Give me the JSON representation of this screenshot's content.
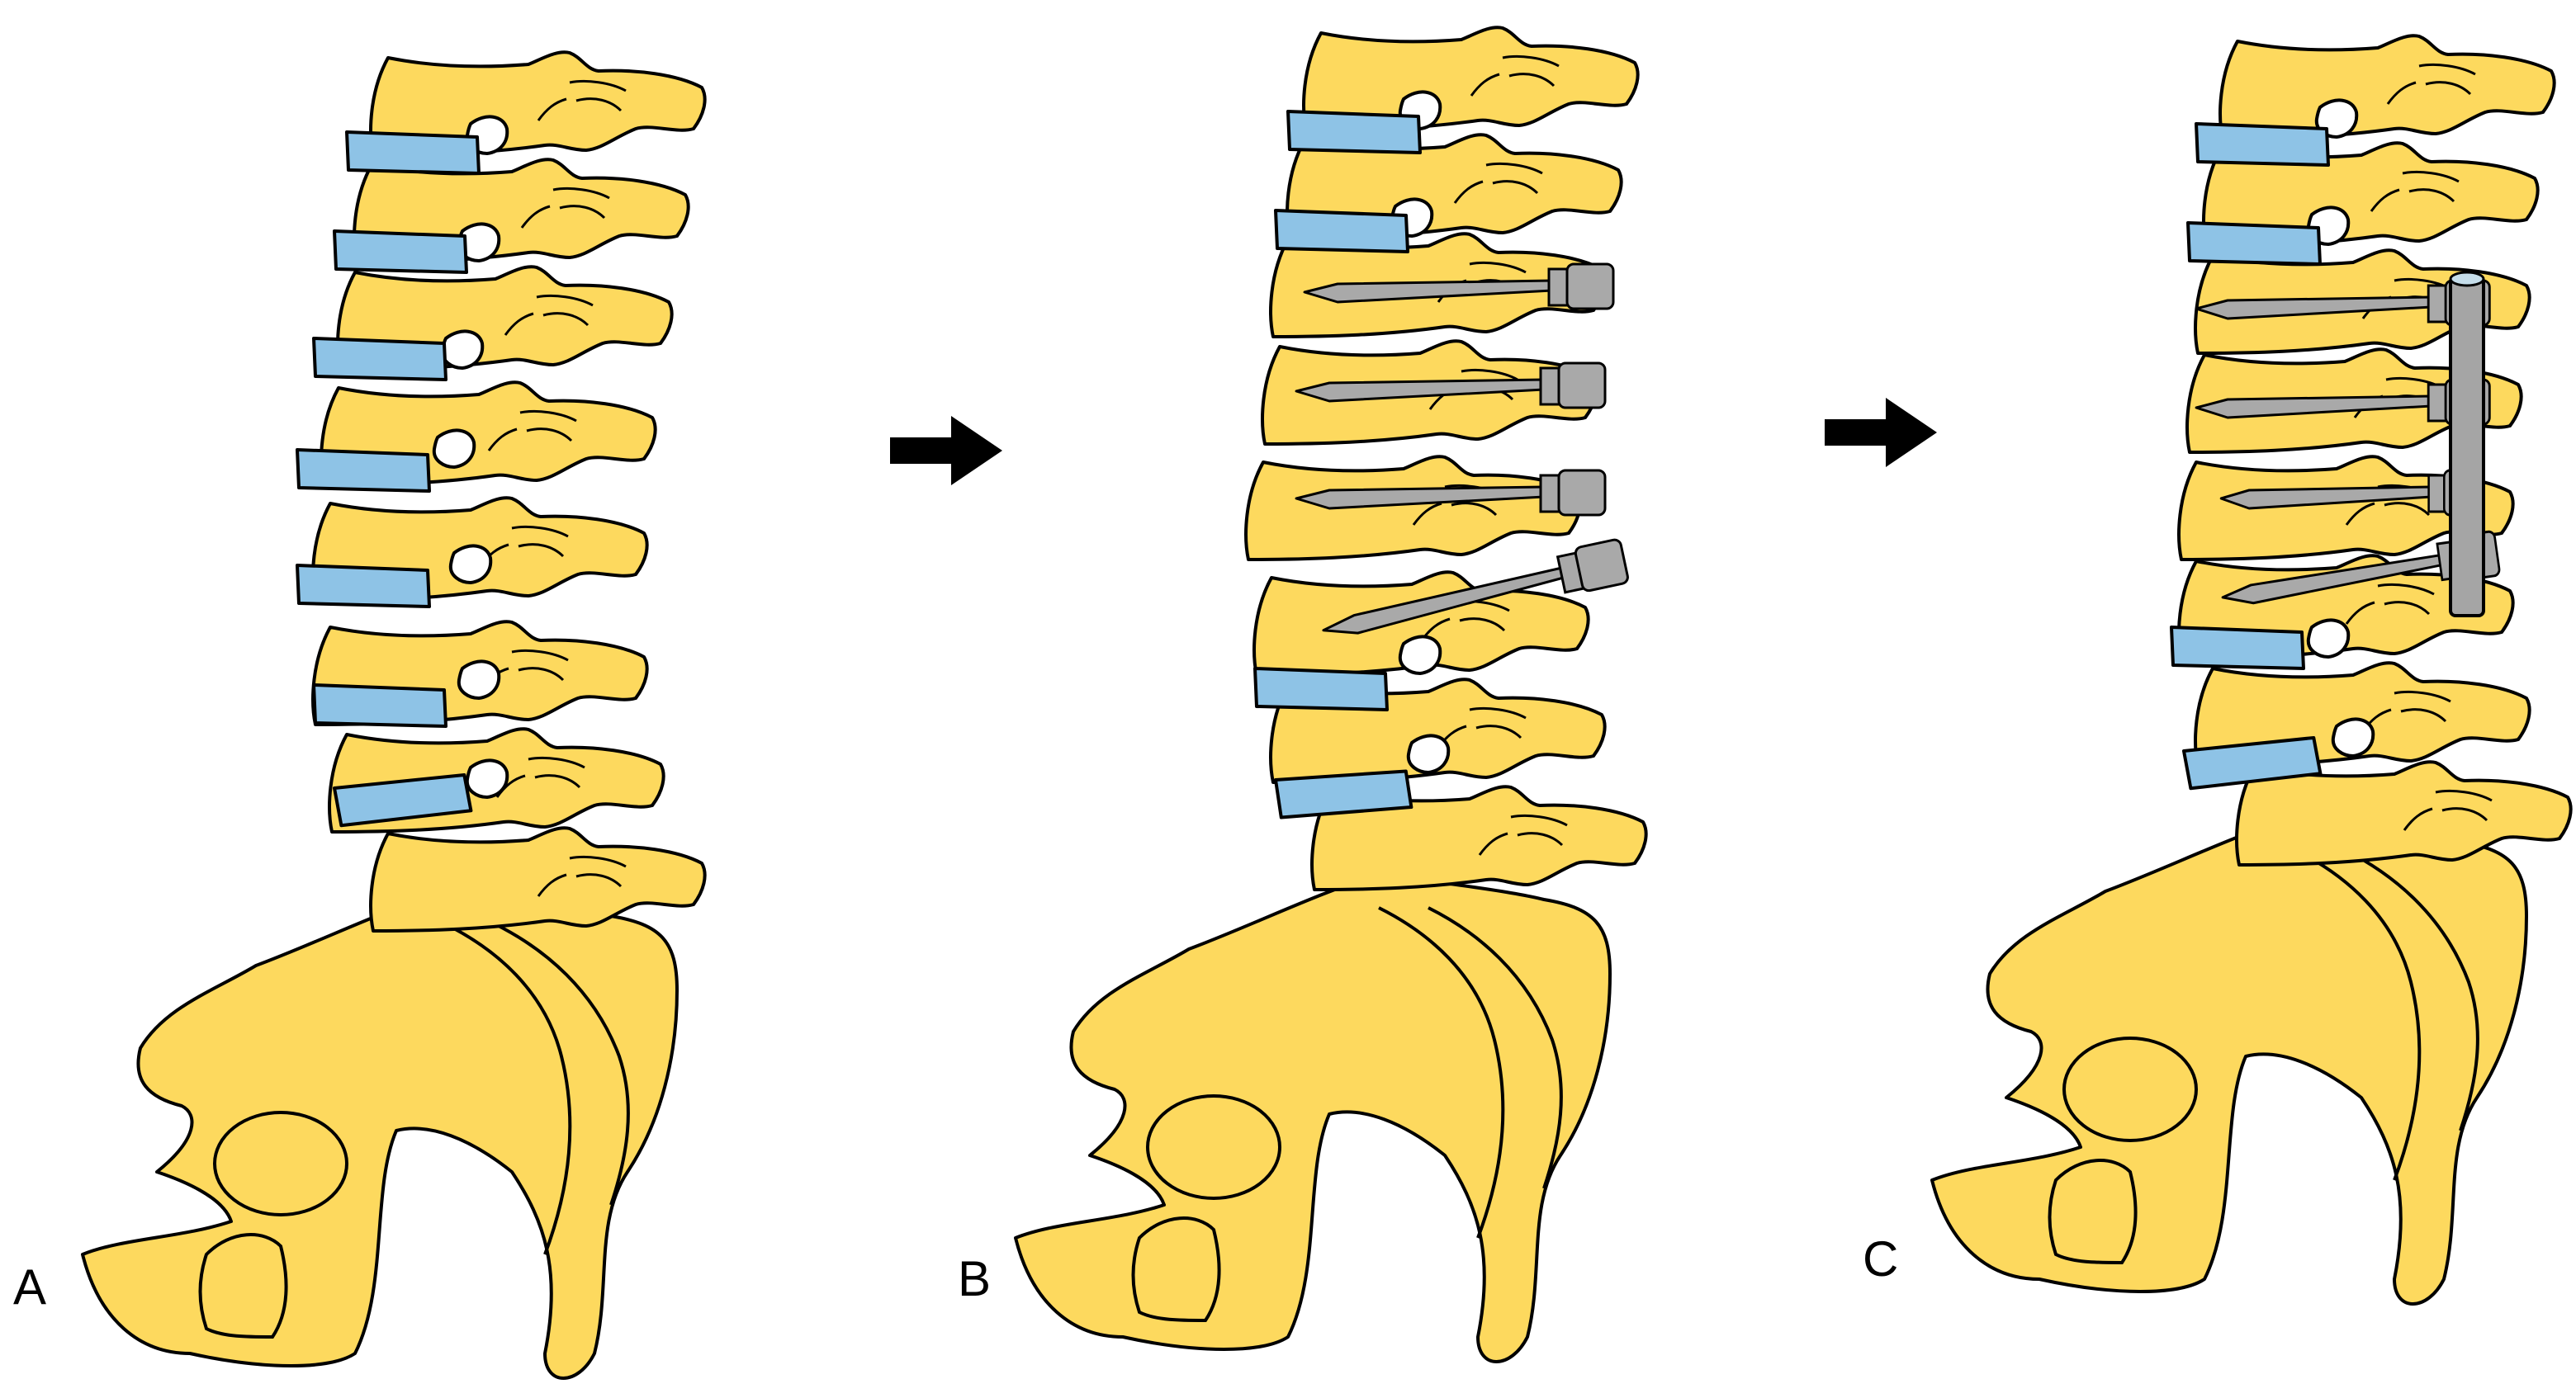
{
  "panels": [
    {
      "id": "A",
      "label": "A",
      "bone_color": "#FDD95E",
      "disc_color": "#8EC3E6",
      "discs": 7,
      "fused_levels": 0,
      "screws": 0,
      "rod": false
    },
    {
      "id": "B",
      "label": "B",
      "bone_color": "#FDD95E",
      "disc_color": "#8EC3E6",
      "discs": 4,
      "fused_levels": 3,
      "screws": 4,
      "rod": false
    },
    {
      "id": "C",
      "label": "C",
      "bone_color": "#FDD95E",
      "disc_color": "#8EC3E6",
      "discs": 4,
      "fused_levels": 3,
      "screws": 4,
      "rod": true
    }
  ],
  "arrows": [
    {
      "from": "A",
      "to": "B",
      "icon": "right-arrow"
    },
    {
      "from": "B",
      "to": "C",
      "icon": "right-arrow"
    }
  ],
  "colors": {
    "bone": "#FDD95E",
    "disc": "#8EC3E6",
    "hardware": "#A9A9A9",
    "rod": "#A5A5A5",
    "outline": "#000000"
  }
}
